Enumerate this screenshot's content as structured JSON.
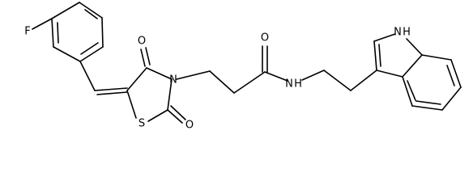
{
  "molecule": {
    "atoms": {
      "fluorine": "F",
      "oxygen_c4": "O",
      "oxygen_c2": "O",
      "oxygen_amide": "O",
      "sulfur": "S",
      "nitrogen_ring": "N",
      "nitrogen_amide": "N",
      "nitrogen_amide_h": "H",
      "nitrogen_indole": "N",
      "nitrogen_indole_h": "H"
    }
  },
  "colors": {
    "bond": "#000000",
    "background": "#ffffff"
  }
}
